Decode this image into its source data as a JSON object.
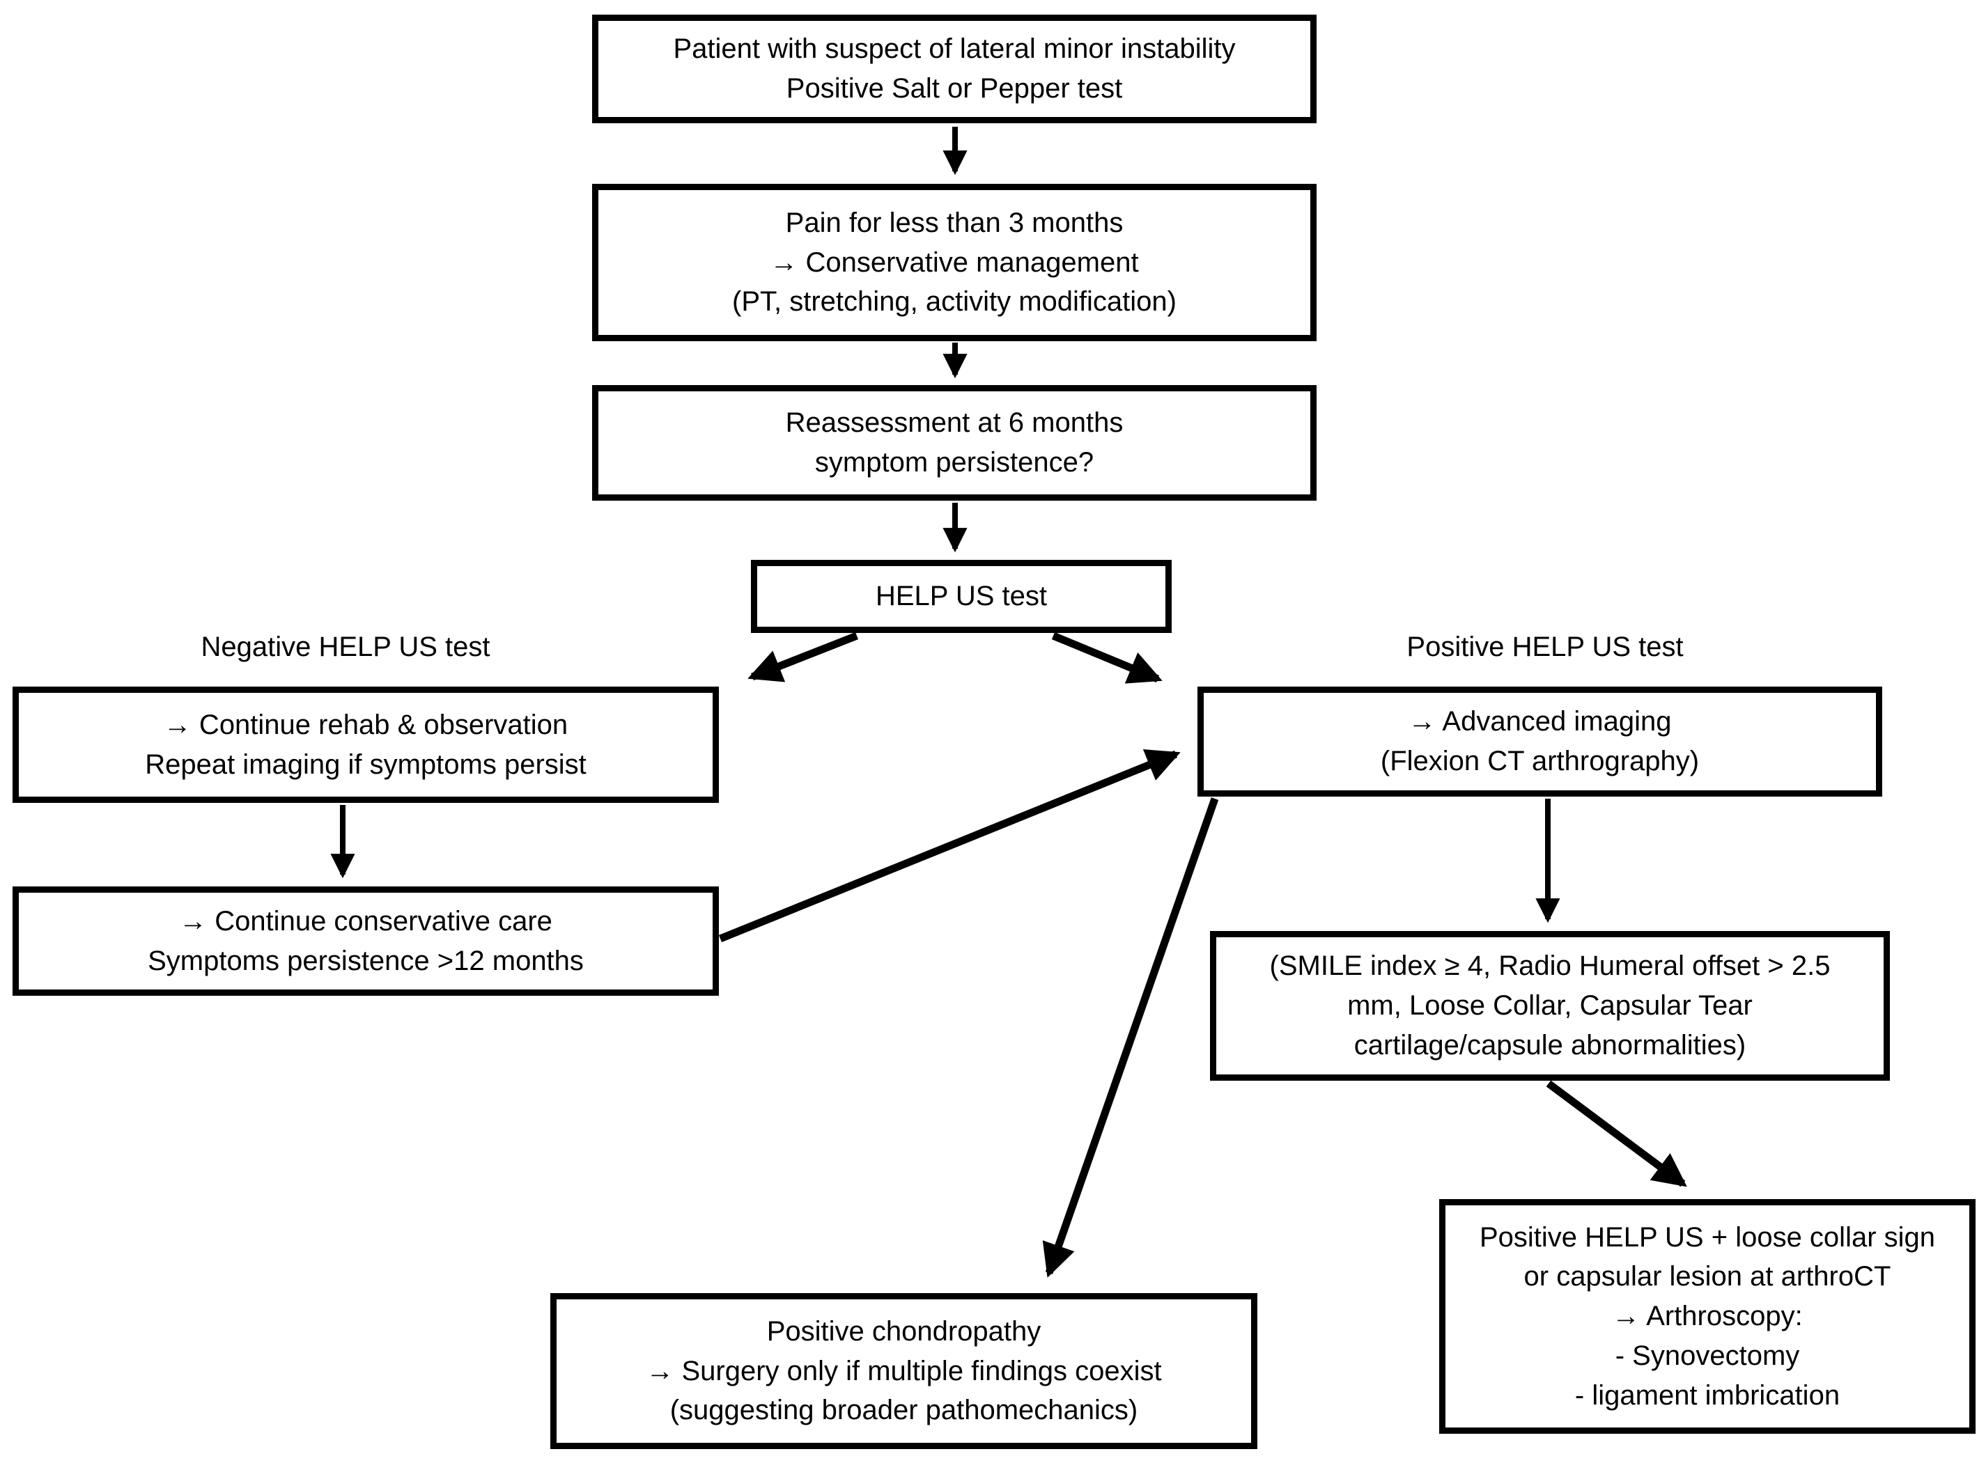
{
  "diagram": {
    "colors": {
      "border": "#000000",
      "text": "#000000",
      "background": "#ffffff",
      "arrow": "#000000"
    },
    "boxes": {
      "patient": {
        "lines": [
          "Patient with suspect of lateral minor instability",
          "Positive Salt or Pepper test"
        ]
      },
      "pain": {
        "lines": [
          "Pain for less than 3 months",
          "→ Conservative management",
          "(PT, stretching, activity modification)"
        ]
      },
      "reassessment": {
        "lines": [
          "Reassessment at 6 months",
          "symptom persistence?"
        ]
      },
      "help_us": {
        "lines": [
          "HELP US test"
        ]
      },
      "rehab": {
        "lines": [
          "→ Continue rehab & observation",
          "Repeat imaging if symptoms persist"
        ]
      },
      "imaging": {
        "lines": [
          "→ Advanced imaging",
          "(Flexion CT arthrography)"
        ]
      },
      "conservative": {
        "lines": [
          "→ Continue conservative care",
          "Symptoms persistence >12 months"
        ]
      },
      "smile": {
        "lines": [
          "(SMILE index ≥ 4, Radio Humeral offset > 2.5",
          "mm, Loose Collar, Capsular Tear",
          "cartilage/capsule abnormalities)"
        ]
      },
      "chondropathy": {
        "lines": [
          "Positive chondropathy",
          "→ Surgery only if multiple findings coexist",
          "(suggesting broader pathomechanics)"
        ]
      },
      "arthroscopy": {
        "lines": [
          "Positive HELP US + loose collar sign",
          "or capsular lesion at arthroCT",
          "→ Arthroscopy:",
          "- Synovectomy",
          "- ligament imbrication"
        ]
      }
    },
    "labels": {
      "negative": "Negative HELP US test",
      "positive": "Positive HELP US test"
    }
  }
}
